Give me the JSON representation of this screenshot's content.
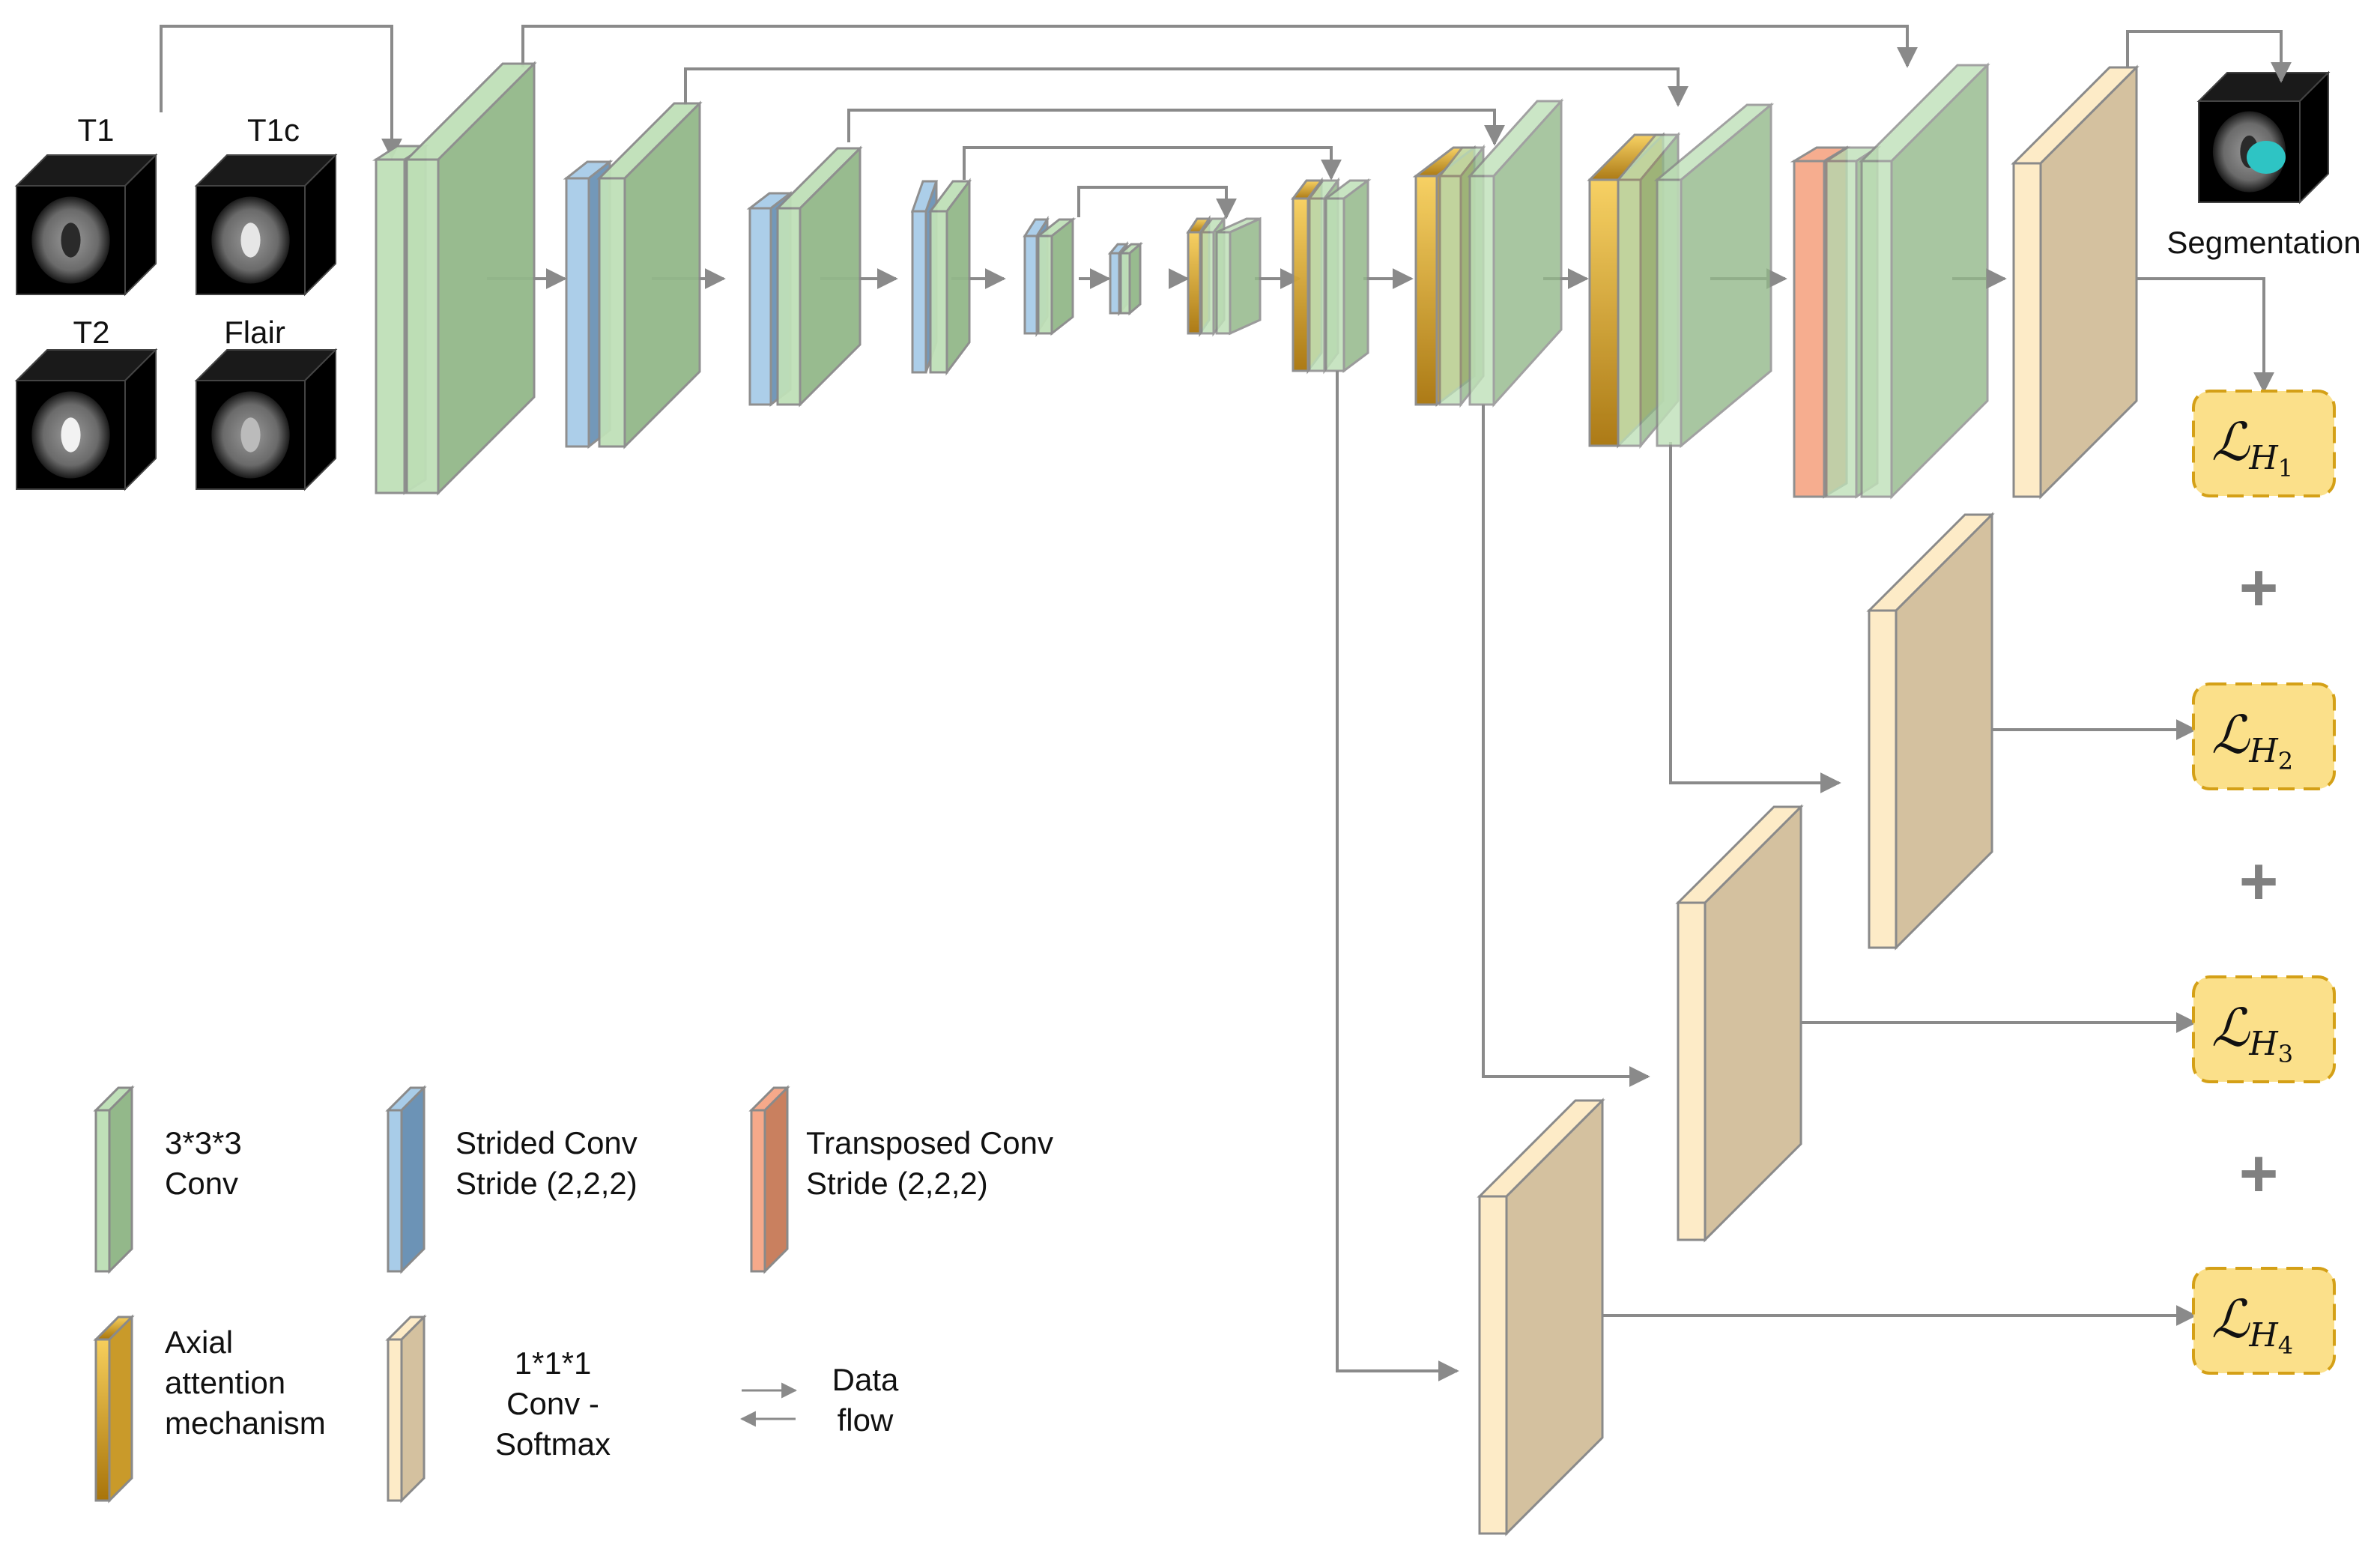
{
  "inputs": {
    "t1": "T1",
    "t1c": "T1c",
    "t2": "T2",
    "flair": "Flair"
  },
  "output": {
    "label": "Segmentation"
  },
  "losses": [
    {
      "symbol": "ℒ",
      "subscript": "H",
      "index": "1"
    },
    {
      "symbol": "ℒ",
      "subscript": "H",
      "index": "2"
    },
    {
      "symbol": "ℒ",
      "subscript": "H",
      "index": "3"
    },
    {
      "symbol": "ℒ",
      "subscript": "H",
      "index": "4"
    }
  ],
  "plus_sign": "+",
  "legend": {
    "conv": [
      "3*3*3",
      "Conv"
    ],
    "strided": [
      "Strided Conv",
      "Stride (2,2,2)"
    ],
    "transposed": [
      "Transposed Conv",
      "Stride (2,2,2)"
    ],
    "axial": [
      "Axial",
      "attention",
      "mechanism"
    ],
    "softmax": [
      "1*1*1",
      "Conv -",
      "Softmax"
    ],
    "dataflow": [
      "Data",
      "flow"
    ]
  },
  "colors": {
    "conv_front": "#bfe0b8",
    "conv_side": "#93b88a",
    "strided_front": "#a8cce8",
    "strided_side": "#6c93b6",
    "transposed_front": "#f6a98a",
    "transposed_side": "#c9805f",
    "axial_front": "#f2c14a",
    "axial_side": "#b8860b",
    "softmax_front": "#fdebc7",
    "softmax_side": "#d4c19f",
    "loss_fill": "#fbe08a",
    "loss_border": "#d4a017",
    "arrow": "#8a8a8a"
  }
}
